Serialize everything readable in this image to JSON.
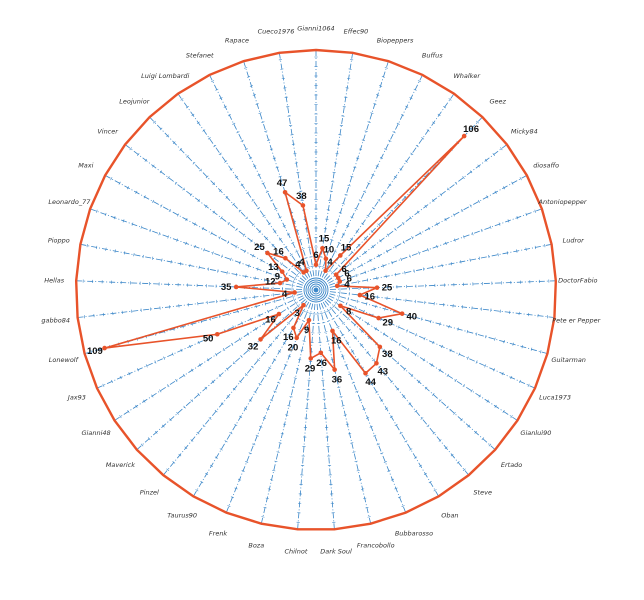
{
  "chart_data": {
    "type": "radar",
    "categories": [
      "Gianni1064",
      "Effec90",
      "Biopeppers",
      "Buffus",
      "Whalker",
      "Geez",
      "Micky84",
      "diosaffo",
      "Antoniopepper",
      "Ludror",
      "DoctorFabio",
      "Pete er Pepper",
      "Guitarman",
      "Luca1973",
      "Gianluì90",
      "Ertado",
      "Steve",
      "Oban",
      "Bubbarosso",
      "Francobollo",
      "Dark Soul",
      "Chilnot",
      "Boza",
      "Frenk",
      "Taurus90",
      "Pinzel",
      "Maverick",
      "Gianni48",
      "Jax93",
      "Lonewolf",
      "gabbo84",
      "Hellas",
      "Pioppo",
      "Leonardo_77",
      "Maxi",
      "Vincer",
      "Leojunior",
      "Luigi Lombardi",
      "Stefanet",
      "Rapace",
      "Cueco1976"
    ],
    "values": [
      6,
      15,
      10,
      4,
      15,
      106,
      6,
      6,
      6,
      4,
      25,
      16,
      40,
      29,
      8,
      38,
      43,
      44,
      16,
      36,
      26,
      29,
      9,
      20,
      16,
      3,
      32,
      16,
      50,
      109,
      4,
      35,
      12,
      9,
      13,
      25,
      16,
      4,
      4,
      47,
      38
    ],
    "rmax": 120,
    "grid": true,
    "colors": {
      "series": "#e8532a",
      "grid": "#3a86c8",
      "outer": "#e8532a"
    }
  }
}
